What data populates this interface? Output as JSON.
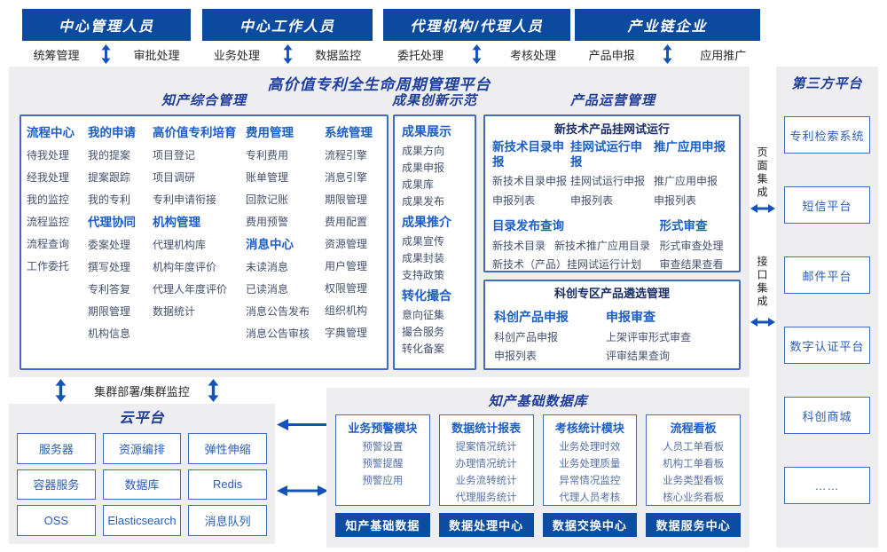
{
  "colors": {
    "header_bar_blue": "#0b4a9e",
    "accent_blue": "#1d5ec7",
    "navy_title": "#1e3d9b",
    "item_text": "#45516e",
    "module_item_text": "#5670a5",
    "box_border_blue": "#3f6cc0",
    "arrow_blue": "#1353b8",
    "panel_gray": "#eeeef1"
  },
  "top_roles": [
    {
      "title": "中心管理人员",
      "actions": [
        "统筹管理",
        "审批处理"
      ]
    },
    {
      "title": "中心工作人员",
      "actions": [
        "业务处理",
        "数据监控"
      ]
    },
    {
      "title": "代理机构/代理人员",
      "actions": [
        "委托处理",
        "考核处理"
      ]
    },
    {
      "title": "产业链企业",
      "actions": [
        "产品申报",
        "应用推广"
      ]
    }
  ],
  "platform": {
    "title": "高价值专利全生命周期管理平台",
    "ip_management": {
      "title": "知产综合管理",
      "columns": [
        {
          "groups": [
            {
              "header": "流程中心",
              "items": [
                "待我处理",
                "经我处理",
                "我的监控",
                "流程监控",
                "流程查询",
                "工作委托"
              ]
            }
          ]
        },
        {
          "groups": [
            {
              "header": "我的申请",
              "items": [
                "我的提案",
                "提案跟踪",
                "我的专利"
              ]
            },
            {
              "header": "代理协同",
              "items": [
                "委案处理",
                "撰写处理",
                "专利答复",
                "期限管理",
                "机构信息"
              ]
            }
          ]
        },
        {
          "groups": [
            {
              "header": "高价值专利培育",
              "items": [
                "项目登记",
                "项目调研",
                "专利申请衔接"
              ]
            },
            {
              "header": "机构管理",
              "items": [
                "代理机构库",
                "机构年度评价",
                "代理人年度评价",
                "数据统计"
              ]
            }
          ]
        },
        {
          "groups": [
            {
              "header": "费用管理",
              "items": [
                "专利费用",
                "账单管理",
                "回款记账",
                "费用预警"
              ]
            },
            {
              "header": "消息中心",
              "items": [
                "未读消息",
                "已读消息",
                "消息公告发布",
                "消息公告审核"
              ]
            }
          ]
        },
        {
          "groups": [
            {
              "header": "系统管理",
              "items": [
                "流程引擎",
                "消息引擎",
                "期限管理",
                "费用配置",
                "资源管理",
                "用户管理",
                "权限管理",
                "组织机构",
                "字典管理"
              ]
            }
          ]
        }
      ]
    },
    "achievement": {
      "title": "成果创新示范",
      "groups": [
        {
          "header": "成果展示",
          "items": [
            "成果方向",
            "成果申报",
            "成果库",
            "成果发布"
          ]
        },
        {
          "header": "成果推介",
          "items": [
            "成果宣传",
            "成果封装",
            "支持政策"
          ]
        },
        {
          "header": "转化撮合",
          "items": [
            "意向征集",
            "撮合服务",
            "转化备案"
          ]
        }
      ]
    },
    "product_ops": {
      "title": "产品运营管理",
      "trial_box": {
        "title": "新技术产品挂网试运行",
        "columns": [
          {
            "header": "新技术目录申报",
            "items": [
              "新技术目录申报",
              "申报列表"
            ]
          },
          {
            "header": "挂网试运行申报",
            "items": [
              "挂网试运行申报",
              "申报列表"
            ]
          },
          {
            "header": "推广应用申报",
            "items": [
              "推广应用申报",
              "申报列表"
            ]
          }
        ],
        "catalog_query": {
          "header": "目录发布查询",
          "items": [
            "新技术目录",
            "新技术推广应用目录",
            "新技术（产品）挂网试运行计划"
          ]
        },
        "formal_review": {
          "header": "形式审查",
          "items": [
            "形式审查处理",
            "审查结果查看"
          ]
        }
      },
      "selection_box": {
        "title": "科创专区产品遴选管理",
        "columns": [
          {
            "header": "科创产品申报",
            "items": [
              "科创产品申报",
              "申报列表"
            ]
          },
          {
            "header": "申报审查",
            "items": [
              "上架评审形式审查",
              "评审结果查询"
            ]
          }
        ]
      }
    }
  },
  "cluster_label": "集群部署/集群监控",
  "cloud": {
    "title": "云平台",
    "cells": [
      "服务器",
      "资源编排",
      "弹性伸缩",
      "容器服务",
      "数据库",
      "Redis",
      "OSS",
      "Elasticsearch",
      "消息队列"
    ]
  },
  "database": {
    "title": "知产基础数据库",
    "modules": [
      {
        "header": "业务预警模块",
        "items": [
          "预警设置",
          "预警提醒",
          "预警应用"
        ]
      },
      {
        "header": "数据统计报表",
        "items": [
          "提案情况统计",
          "办理情况统计",
          "业务流转统计",
          "代理服务统计"
        ]
      },
      {
        "header": "考核统计模块",
        "items": [
          "业务处理时效",
          "业务处理质量",
          "异常情况监控",
          "代理人员考核"
        ]
      },
      {
        "header": "流程看板",
        "items": [
          "人员工单看板",
          "机构工单看板",
          "业务类型看板",
          "核心业务看板"
        ]
      }
    ],
    "bars": [
      "知产基础数据",
      "数据处理中心",
      "数据交换中心",
      "数据服务中心"
    ]
  },
  "third_party": {
    "title": "第三方平台",
    "items": [
      "专利检索系统",
      "短信平台",
      "邮件平台",
      "数字认证平台",
      "科创商城",
      "……"
    ]
  },
  "integration": {
    "page": "页面集成",
    "api": "接口集成"
  }
}
